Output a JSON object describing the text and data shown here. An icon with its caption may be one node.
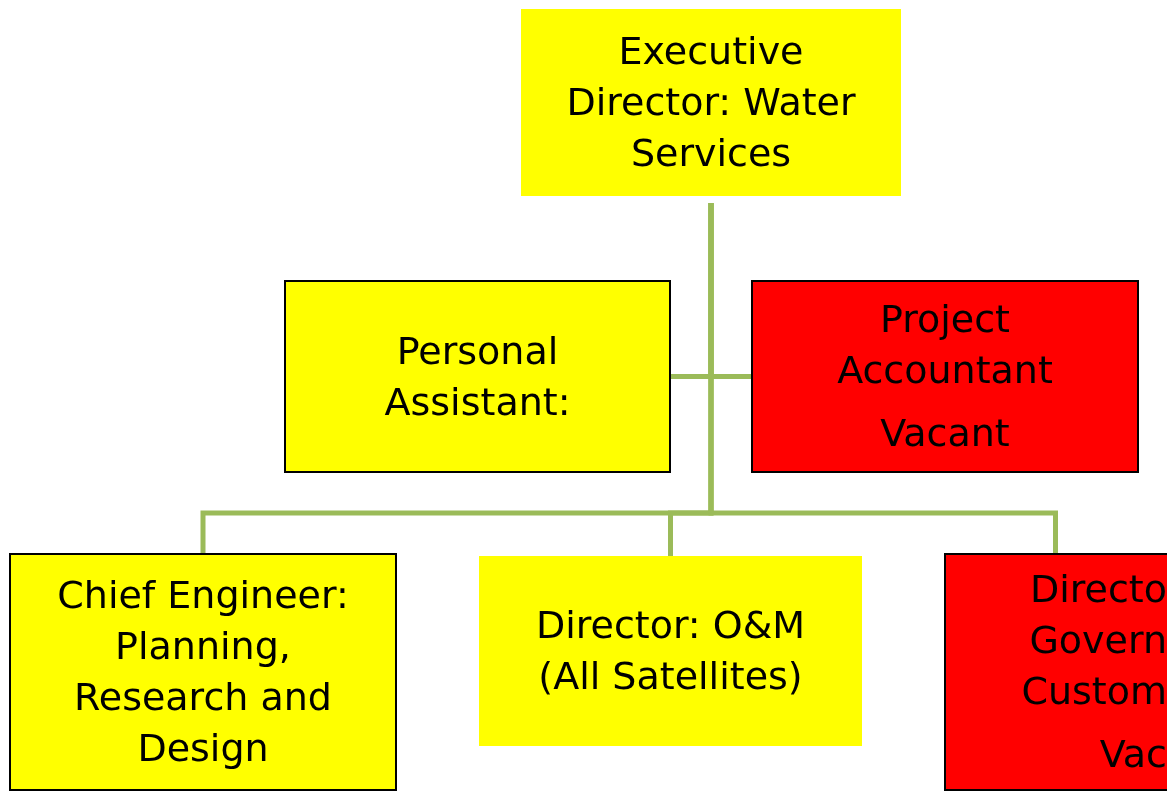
{
  "diagram": {
    "nodes": [
      {
        "text": [
          "Executive Director: Water Services"
        ]
      },
      {
        "text": [
          "Personal Assistant:"
        ]
      },
      {
        "text": [
          "Project Accountant",
          "Vacant"
        ]
      },
      {
        "text": [
          "Chief Engineer: Planning, Research and Design"
        ]
      },
      {
        "text": [
          "Director: O&M (All Satellites)"
        ]
      },
      {
        "text": [
          "Directo Govern Custom",
          "Vac"
        ]
      }
    ],
    "edges": [
      {
        "from": 0,
        "to": 1,
        "arrow": "none"
      },
      {
        "from": 0,
        "to": 2,
        "arrow": "none"
      },
      {
        "from": 0,
        "to": 3,
        "arrow": "none"
      },
      {
        "from": 0,
        "to": 4,
        "arrow": "none"
      },
      {
        "from": 0,
        "to": 5,
        "arrow": "none"
      }
    ]
  }
}
